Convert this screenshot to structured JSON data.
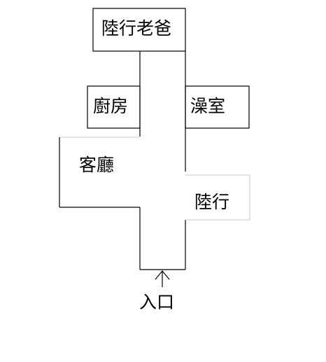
{
  "rooms": {
    "parents_room": "陸行老爸",
    "kitchen": "廚房",
    "bathroom": "澡室",
    "living_room": "客廳",
    "my_room": "陸行"
  },
  "entrance": {
    "label": "入口"
  },
  "colors": {
    "wall": "#000000",
    "faint_wall": "#c8c8c8",
    "background": "#ffffff"
  }
}
